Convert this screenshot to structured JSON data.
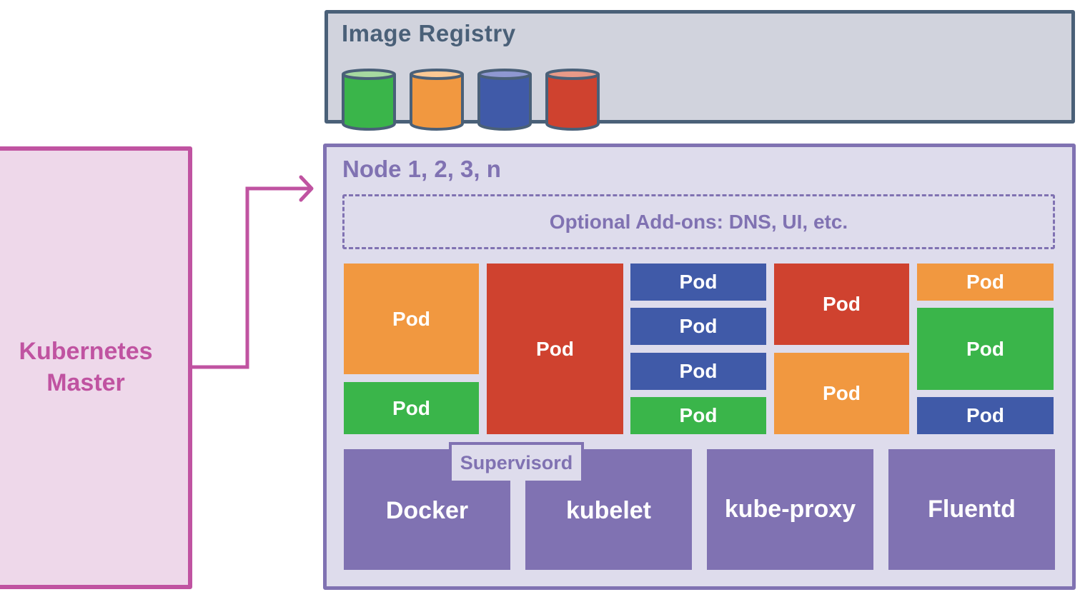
{
  "registry": {
    "title": "Image Registry",
    "images": [
      {
        "name": "green-image",
        "color": "#3ab54a",
        "top_color": "#a6d9a0"
      },
      {
        "name": "orange-image",
        "color": "#f19840",
        "top_color": "#fbc994"
      },
      {
        "name": "blue-image",
        "color": "#405aa8",
        "top_color": "#8e98d2"
      },
      {
        "name": "red-image",
        "color": "#cf422f",
        "top_color": "#e89a88"
      }
    ]
  },
  "master": {
    "title_line1": "Kubernetes",
    "title_line2": "Master"
  },
  "node": {
    "title": "Node 1, 2, 3, n",
    "addons": "Optional Add-ons: DNS, UI, etc.",
    "pod_label": "Pod",
    "pods": [
      {
        "color": "orange",
        "column": 1
      },
      {
        "color": "green",
        "column": 1
      },
      {
        "color": "red",
        "column": 2
      },
      {
        "color": "blue",
        "column": 3
      },
      {
        "color": "blue",
        "column": 3
      },
      {
        "color": "blue",
        "column": 3
      },
      {
        "color": "green",
        "column": 3
      },
      {
        "color": "red",
        "column": 4
      },
      {
        "color": "orange",
        "column": 4
      },
      {
        "color": "orange",
        "column": 5
      },
      {
        "color": "green",
        "column": 5
      },
      {
        "color": "blue",
        "column": 5
      }
    ],
    "services": {
      "supervisord": "Supervisord",
      "docker": "Docker",
      "kubelet": "kubelet",
      "kube_proxy": "kube-proxy",
      "fluentd": "Fluentd"
    }
  },
  "colors": {
    "registry_border": "#4a6078",
    "registry_bg": "#d1d3dd",
    "master_border": "#c053a1",
    "master_bg": "#eed8ea",
    "node_border": "#8072b2",
    "node_bg": "#dedcec",
    "orange": "#f19840",
    "red": "#cf422f",
    "blue": "#405aa8",
    "green": "#3ab54a"
  }
}
